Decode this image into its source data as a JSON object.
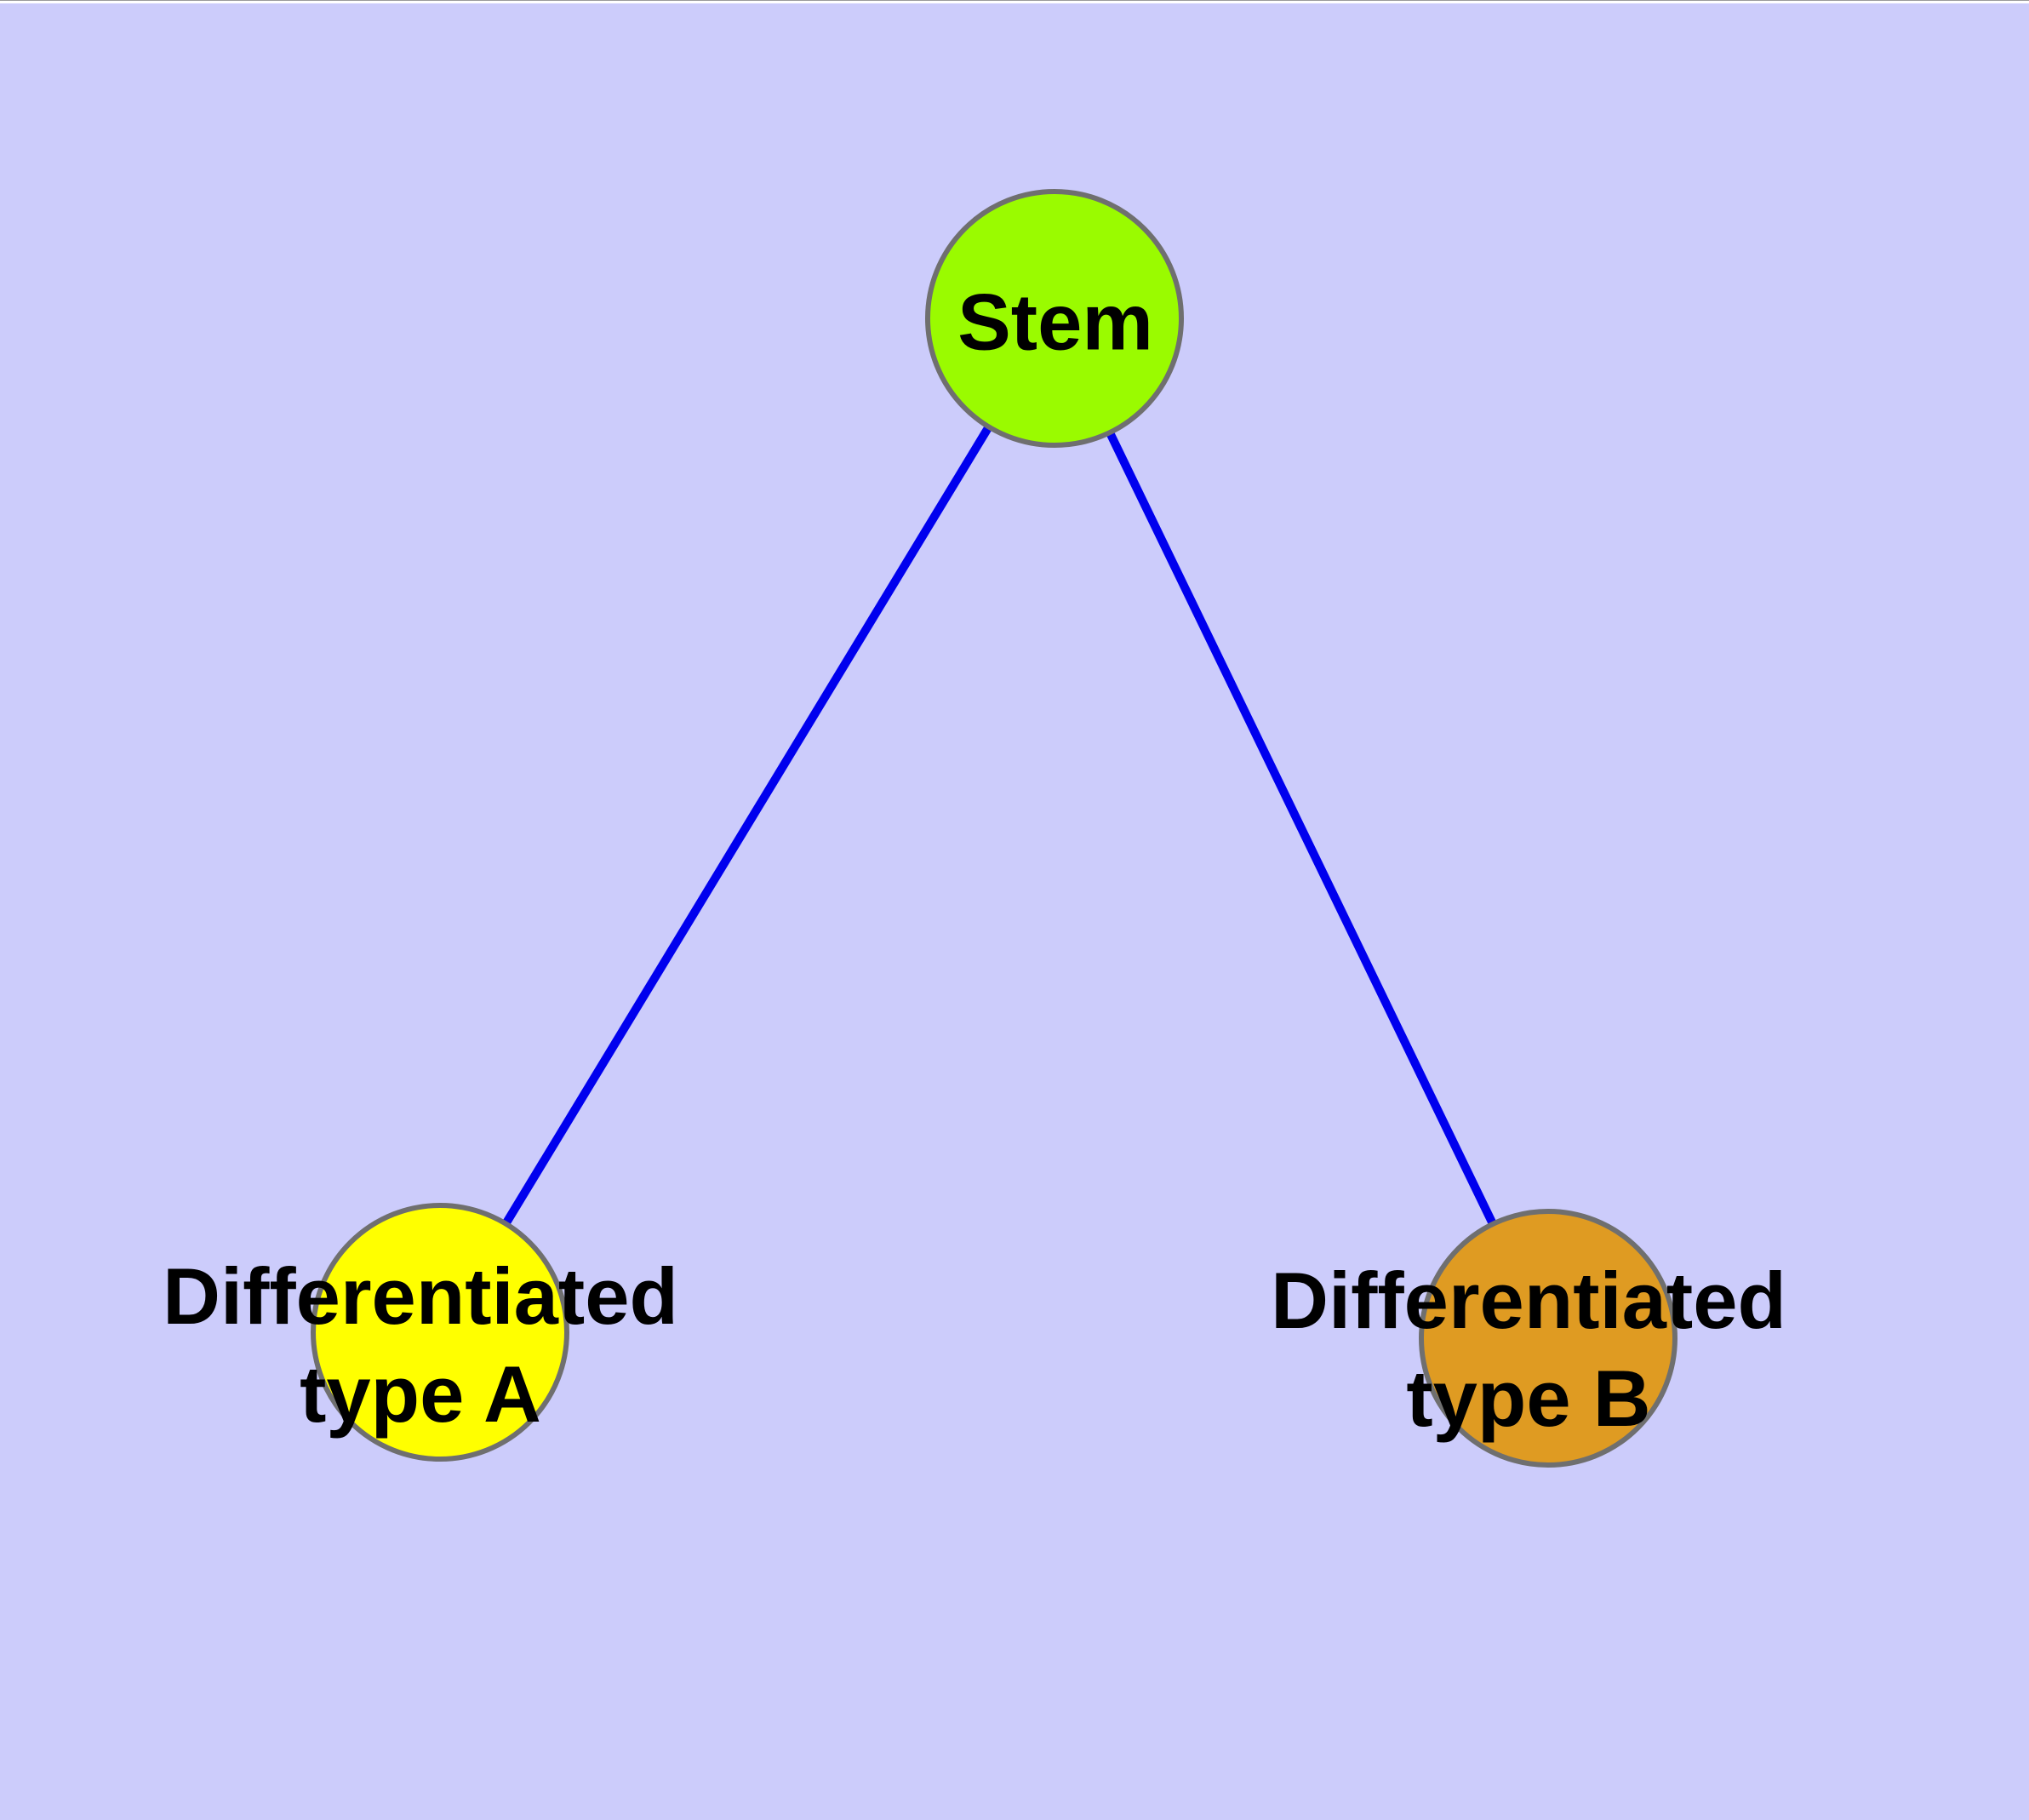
{
  "diagram": {
    "background_color": "#CCCCFB",
    "edge_color": "#0000EE",
    "node_border_color": "#6F6F6F",
    "text_color": "#000000",
    "nodes": [
      {
        "id": "stem",
        "label": "Stem",
        "lines": [
          "Stem"
        ],
        "fill": "#9AFB00"
      },
      {
        "id": "differentiated-type-a",
        "label": "Differentiated type A",
        "lines": [
          "Differentiated",
          "type A"
        ],
        "fill": "#FFFF00"
      },
      {
        "id": "differentiated-type-b",
        "label": "Differentiated type B",
        "lines": [
          "Differentiated",
          "type B"
        ],
        "fill": "#DF9B22"
      }
    ],
    "edges": [
      {
        "from": "stem",
        "to": "differentiated-type-a"
      },
      {
        "from": "stem",
        "to": "differentiated-type-b"
      }
    ]
  }
}
